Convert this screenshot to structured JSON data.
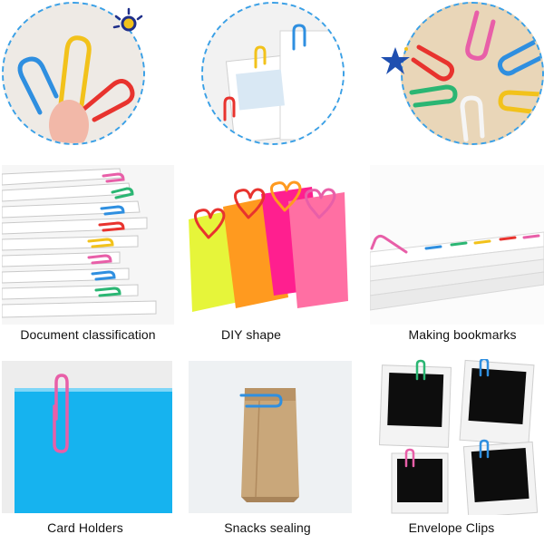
{
  "captions": {
    "document_classification": "Document classification",
    "diy_shape": "DIY shape",
    "making_bookmarks": "Making bookmarks",
    "card_holders": "Card Holders",
    "snacks_sealing": "Snacks sealing",
    "envelope_clips": "Envelope Clips"
  },
  "colors": {
    "circle_border": "#3aa0e6",
    "clip_red": "#e8332e",
    "clip_yellow": "#f2c21b",
    "clip_blue": "#2f8fe0",
    "clip_pink": "#e85fa8",
    "clip_green": "#2bb673",
    "sheet_blue": "#16b3ef",
    "note_yellow": "#e6f53a",
    "note_orange": "#ff9a1f",
    "note_magenta": "#ff1f8f",
    "note_pink": "#ff6fa3",
    "kraft_bag": "#c9a77a"
  },
  "icons": [
    "paperclip-icon",
    "star-doodle-icon",
    "sun-doodle-icon"
  ]
}
